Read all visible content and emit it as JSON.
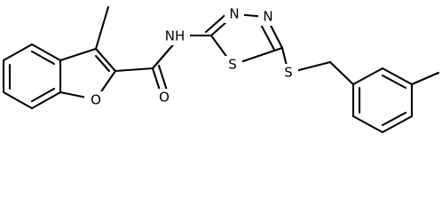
{
  "molecule": {
    "atom_labels": {
      "amide_oxygen": "O",
      "furan_oxygen": "O",
      "amide_nh": "NH",
      "thiadiazole_n3": "N",
      "thiadiazole_n4": "N",
      "thiadiazole_s": "S",
      "thioether_s": "S"
    }
  },
  "colors": {
    "bond": "#000000",
    "background": "#ffffff"
  }
}
